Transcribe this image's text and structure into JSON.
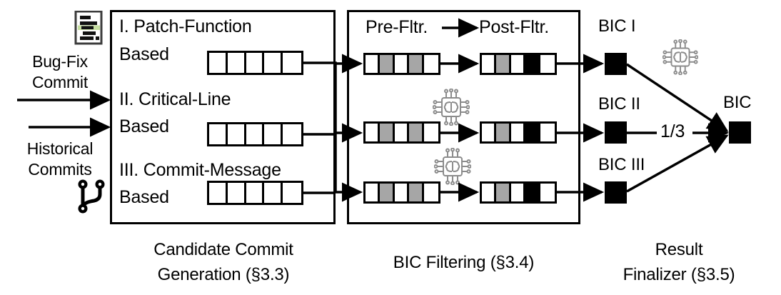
{
  "figure": {
    "title": "BIC identification pipeline",
    "colors": {
      "ink": "#000000",
      "gray_cell": "#a6a6a6",
      "icon_gray": "#808080",
      "highlight_green": "#c6dfa0"
    }
  },
  "inputs": {
    "doc_icon": "patch-diff-document-icon",
    "git_icon": "git-branch-icon",
    "bugfix_line1": "Bug-Fix",
    "bugfix_line2": "Commit",
    "historical_line1": "Historical",
    "historical_line2": "Commits"
  },
  "generation": {
    "caption_line1": "Candidate Commit",
    "caption_line2": "Generation (§3.3)",
    "methods": [
      {
        "title": "I. Patch-Function",
        "subtitle": "Based",
        "cells": [
          "white",
          "white",
          "white",
          "white",
          "white"
        ]
      },
      {
        "title": "II. Critical-Line",
        "subtitle": "Based",
        "cells": [
          "white",
          "white",
          "white",
          "white",
          "white"
        ]
      },
      {
        "title": "III. Commit-Message",
        "subtitle": "Based",
        "cells": [
          "white",
          "white",
          "white",
          "white",
          "white"
        ]
      }
    ]
  },
  "filtering": {
    "caption": "BIC Filtering (§3.4)",
    "header_pre": "Pre-Fltr.",
    "header_post": "Post-Fltr.",
    "ai_icon": "ai-brain-chip-icon",
    "rows": [
      {
        "pre": [
          "white",
          "gray",
          "white",
          "gray",
          "white"
        ],
        "post": [
          "white",
          "gray",
          "white",
          "black",
          "white"
        ]
      },
      {
        "pre": [
          "white",
          "gray",
          "white",
          "gray",
          "white"
        ],
        "post": [
          "white",
          "gray",
          "white",
          "black",
          "white"
        ]
      },
      {
        "pre": [
          "white",
          "gray",
          "white",
          "gray",
          "white"
        ],
        "post": [
          "white",
          "gray",
          "white",
          "black",
          "white"
        ]
      }
    ]
  },
  "finalizer": {
    "caption_line1": "Result",
    "caption_line2": "Finalizer (§3.5)",
    "ai_icon": "ai-brain-chip-icon",
    "results": [
      {
        "label": "BIC I"
      },
      {
        "label": "BIC II"
      },
      {
        "label": "BIC III"
      }
    ],
    "weight": "1/3",
    "final_label": "BIC"
  }
}
